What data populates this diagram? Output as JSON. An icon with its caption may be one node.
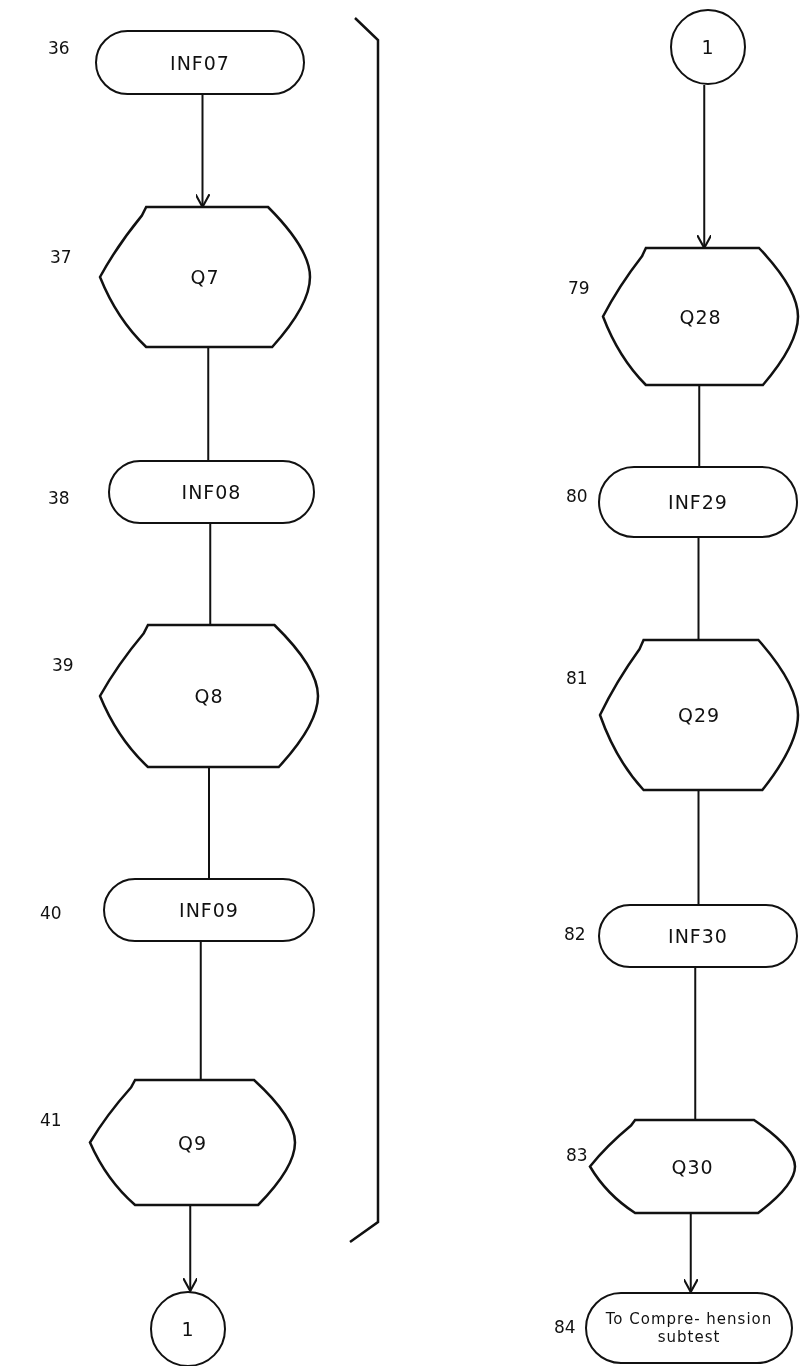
{
  "diagram": {
    "nodes": [
      {
        "text": [
          "INF07"
        ],
        "beside": [
          "36"
        ]
      },
      {
        "text": [
          "Q7"
        ],
        "beside": [
          "37"
        ]
      },
      {
        "text": [
          "INF08"
        ],
        "beside": [
          "38"
        ]
      },
      {
        "text": [
          "Q8"
        ],
        "beside": [
          "39"
        ]
      },
      {
        "text": [
          "INF09"
        ],
        "beside": [
          "40"
        ]
      },
      {
        "text": [
          "Q9"
        ],
        "beside": [
          "41"
        ]
      },
      {
        "text": [
          "1"
        ]
      },
      {
        "text": [
          "1"
        ]
      },
      {
        "text": [
          "Q28"
        ],
        "beside": [
          "79"
        ]
      },
      {
        "text": [
          "INF29"
        ],
        "beside": [
          "80"
        ]
      },
      {
        "text": [
          "Q29"
        ],
        "beside": [
          "81"
        ]
      },
      {
        "text": [
          "INF30"
        ],
        "beside": [
          "82"
        ]
      },
      {
        "text": [
          "Q30"
        ],
        "beside": [
          "83"
        ]
      },
      {
        "text": [
          "To Compre- hension subtest"
        ],
        "beside": [
          "84"
        ]
      }
    ],
    "edges": [
      {
        "from": 0,
        "to": 1,
        "arrow": "to"
      },
      {
        "from": 1,
        "to": 2,
        "arrow": "none"
      },
      {
        "from": 2,
        "to": 3,
        "arrow": "none"
      },
      {
        "from": 3,
        "to": 4,
        "arrow": "none"
      },
      {
        "from": 4,
        "to": 5,
        "arrow": "none"
      },
      {
        "from": 5,
        "to": 6,
        "arrow": "to"
      },
      {
        "from": 7,
        "to": 8,
        "arrow": "to"
      },
      {
        "from": 8,
        "to": 9,
        "arrow": "none"
      },
      {
        "from": 9,
        "to": 10,
        "arrow": "none"
      },
      {
        "from": 10,
        "to": 11,
        "arrow": "none"
      },
      {
        "from": 11,
        "to": 12,
        "arrow": "none"
      },
      {
        "from": 12,
        "to": 13,
        "arrow": "to"
      }
    ]
  }
}
